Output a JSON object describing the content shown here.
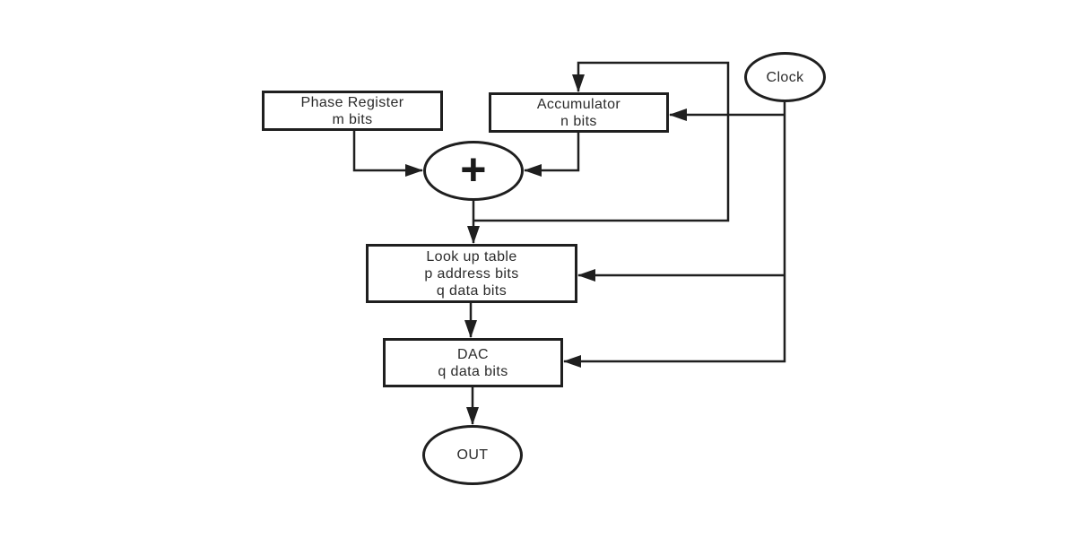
{
  "diagram": {
    "nodes": {
      "phase_register": {
        "line1": "Phase Register",
        "line2": "m bits"
      },
      "accumulator": {
        "line1": "Accumulator",
        "line2": "n bits"
      },
      "clock": {
        "label": "Clock"
      },
      "adder": {
        "symbol": "+"
      },
      "lookup_table": {
        "line1": "Look up table",
        "line2": "p address bits",
        "line3": "q data bits"
      },
      "dac": {
        "line1": "DAC",
        "line2": "q data bits"
      },
      "out": {
        "label": "OUT"
      }
    },
    "colors": {
      "line": "#1f1f1f",
      "box_fill": "#ffffff",
      "background": "#ffffff",
      "text": "#2b2b2b"
    }
  }
}
